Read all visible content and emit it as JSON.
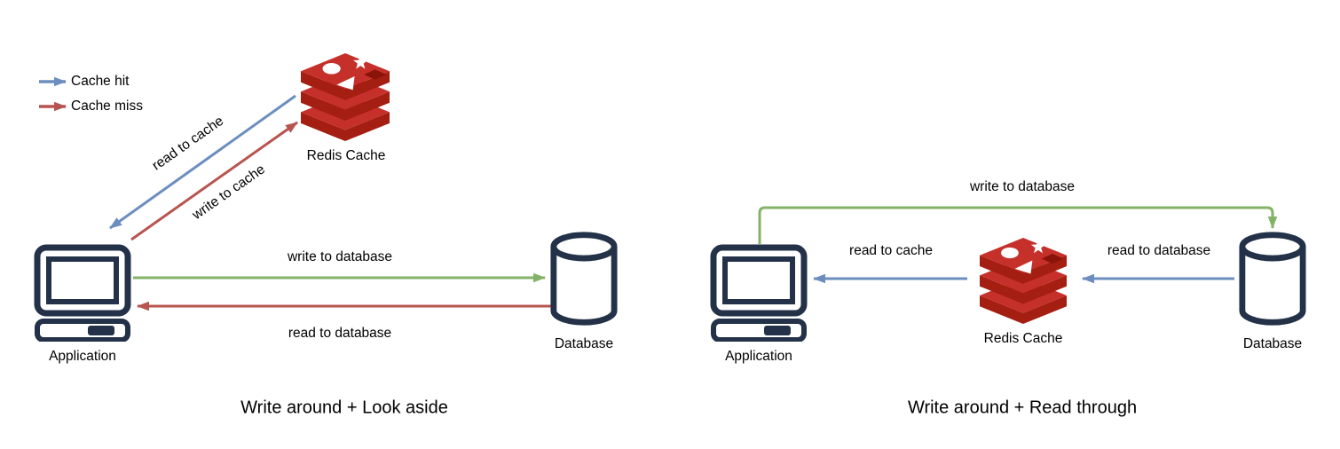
{
  "colors": {
    "cache_hit_blue": "#6c8ebf",
    "cache_miss_red": "#b85450",
    "write_green": "#82b366",
    "icon_navy": "#233248",
    "redis_bright_red": "#c6302b",
    "redis_dark_red": "#a41e11",
    "text_black": "#000000"
  },
  "legend": {
    "items": [
      {
        "label": "Cache hit",
        "color": "#6c8ebf"
      },
      {
        "label": "Cache miss",
        "color": "#b85450"
      }
    ]
  },
  "diagrams": [
    {
      "title": "Write around + Look aside",
      "nodes": {
        "application": "Application",
        "redis": "Redis Cache",
        "database": "Database"
      },
      "edges": [
        {
          "label": "read to cache",
          "from": "redis",
          "to": "application",
          "color": "#6c8ebf"
        },
        {
          "label": "write to cache",
          "from": "application",
          "to": "redis",
          "color": "#b85450"
        },
        {
          "label": "write to database",
          "from": "application",
          "to": "database",
          "color": "#82b366"
        },
        {
          "label": "read to database",
          "from": "database",
          "to": "application",
          "color": "#b85450"
        }
      ]
    },
    {
      "title": "Write around + Read through",
      "nodes": {
        "application": "Application",
        "redis": "Redis Cache",
        "database": "Database"
      },
      "edges": [
        {
          "label": "write to database",
          "from": "application",
          "to": "database",
          "color": "#82b366"
        },
        {
          "label": "read to cache",
          "from": "redis",
          "to": "application",
          "color": "#6c8ebf"
        },
        {
          "label": "read to database",
          "from": "database",
          "to": "redis",
          "color": "#6c8ebf"
        }
      ]
    }
  ]
}
